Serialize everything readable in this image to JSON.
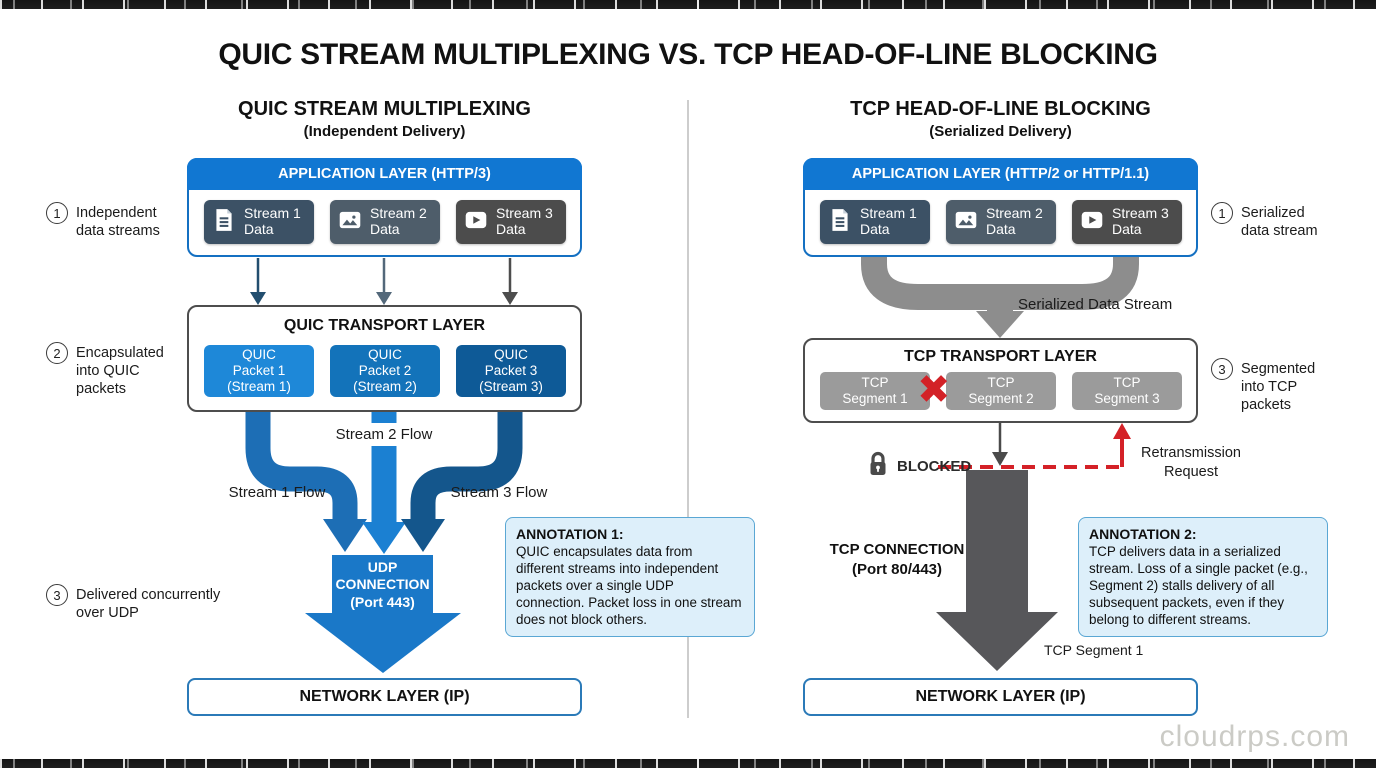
{
  "title": "QUIC STREAM MULTIPLEXING VS. TCP HEAD-OF-LINE BLOCKING",
  "watermark": "cloudrps.com",
  "colors": {
    "accent_blue": "#1a78c8",
    "header_blue": "#1177d2",
    "packet_blues": [
      "#1e88d8",
      "#1373ba",
      "#0e5a97"
    ],
    "stream_grays": [
      "#3c5165",
      "#4e5d6a",
      "#4c4c4c"
    ],
    "segment_gray": "#9b9b9b",
    "dark_arrow_gray": "#57575a",
    "funnel_gray": "#8d8d8d",
    "alert_red": "#d42127",
    "annotation_bg": "#ddeffa",
    "annotation_border": "#5aa7d4"
  },
  "left": {
    "heading": "QUIC STREAM MULTIPLEXING",
    "subheading": "(Independent Delivery)",
    "app_layer": {
      "title": "APPLICATION LAYER (HTTP/3)",
      "streams": [
        {
          "label": "Stream 1\nData",
          "icon": "document-icon"
        },
        {
          "label": "Stream 2\nData",
          "icon": "image-icon"
        },
        {
          "label": "Stream 3\nData",
          "icon": "video-icon"
        }
      ]
    },
    "transport": {
      "title": "QUIC TRANSPORT LAYER",
      "packets": [
        "QUIC\nPacket 1\n(Stream 1)",
        "QUIC\nPacket 2\n(Stream 2)",
        "QUIC\nPacket 3\n(Stream 3)"
      ]
    },
    "flow_labels": [
      "Stream 1 Flow",
      "Stream 2 Flow",
      "Stream 3 Flow"
    ],
    "udp_connection": "UDP\nCONNECTION\n(Port 443)",
    "network_layer": "NETWORK LAYER (IP)",
    "annotation": {
      "title": "ANNOTATION 1:",
      "body": "QUIC encapsulates data from different streams into independent packets over a single UDP connection. Packet loss in one stream does not block others."
    },
    "steps": [
      {
        "num": "1",
        "label": "Independent\ndata streams"
      },
      {
        "num": "2",
        "label": "Encapsulated\ninto QUIC\npackets"
      },
      {
        "num": "3",
        "label": "Delivered concurrently\nover UDP"
      }
    ]
  },
  "right": {
    "heading": "TCP HEAD-OF-LINE BLOCKING",
    "subheading": "(Serialized Delivery)",
    "app_layer": {
      "title": "APPLICATION LAYER (HTTP/2 or HTTP/1.1)",
      "streams": [
        {
          "label": "Stream 1\nData",
          "icon": "document-icon"
        },
        {
          "label": "Stream 2\nData",
          "icon": "image-icon"
        },
        {
          "label": "Stream 3\nData",
          "icon": "video-icon"
        }
      ]
    },
    "serialized_label": "Serialized Data Stream",
    "transport": {
      "title": "TCP TRANSPORT LAYER",
      "segments": [
        "TCP\nSegment 1",
        "TCP\nSegment 2",
        "TCP\nSegment 3"
      ]
    },
    "blocked_label": "BLOCKED",
    "retransmission_label": "Retransmission\nRequest",
    "tcp_connection": "TCP CONNECTION\n(Port 80/443)",
    "tcp_segment_label": "TCP Segment 1",
    "network_layer": "NETWORK LAYER (IP)",
    "annotation": {
      "title": "ANNOTATION 2:",
      "body": "TCP delivers data in a serialized stream. Loss of a single packet (e.g., Segment 2) stalls delivery of all subsequent packets, even if they belong to different streams."
    },
    "steps": [
      {
        "num": "1",
        "label": "Serialized\ndata stream"
      },
      {
        "num": "3",
        "label": "Segmented\ninto TCP\npackets"
      }
    ]
  }
}
